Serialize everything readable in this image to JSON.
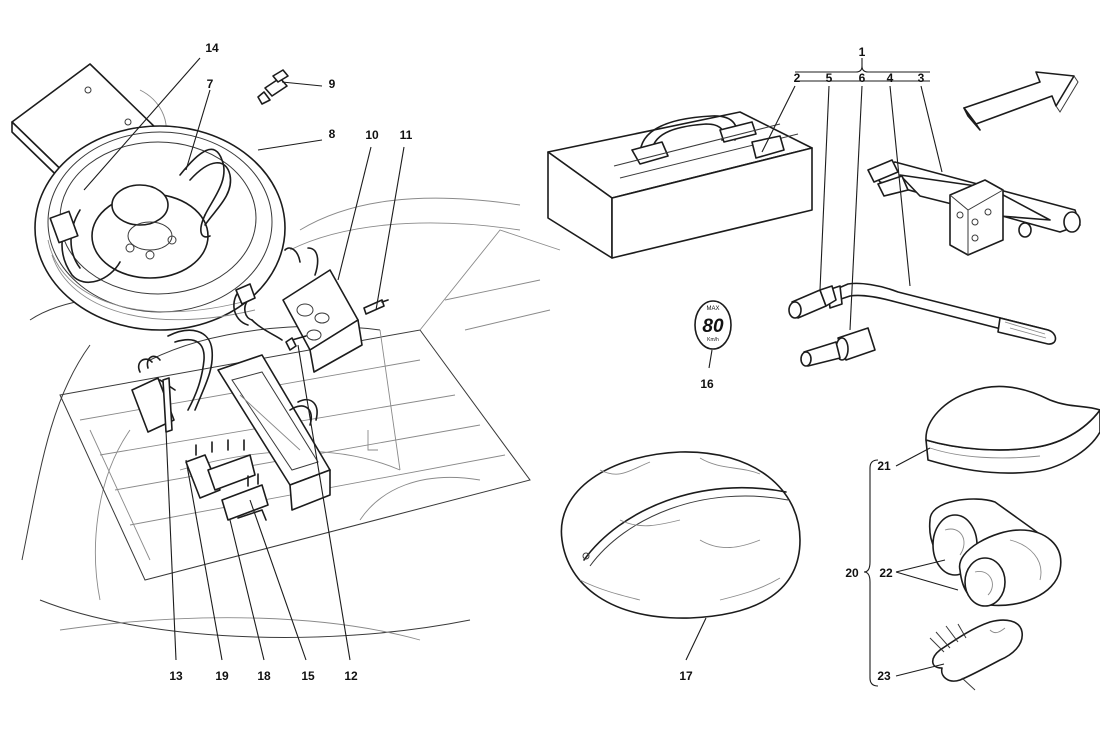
{
  "callouts": {
    "c1": "1",
    "c2": "2",
    "c3": "3",
    "c4": "4",
    "c5": "5",
    "c6": "6",
    "c7": "7",
    "c8": "8",
    "c9": "9",
    "c10": "10",
    "c11": "11",
    "c12": "12",
    "c13": "13",
    "c14": "14",
    "c15": "15",
    "c16": "16",
    "c17": "17",
    "c18": "18",
    "c19": "19",
    "c20": "20",
    "c21": "21",
    "c22": "22",
    "c23": "23"
  },
  "speed_badge": {
    "top": "MAX",
    "speed": "80",
    "unit": "Km/h"
  }
}
